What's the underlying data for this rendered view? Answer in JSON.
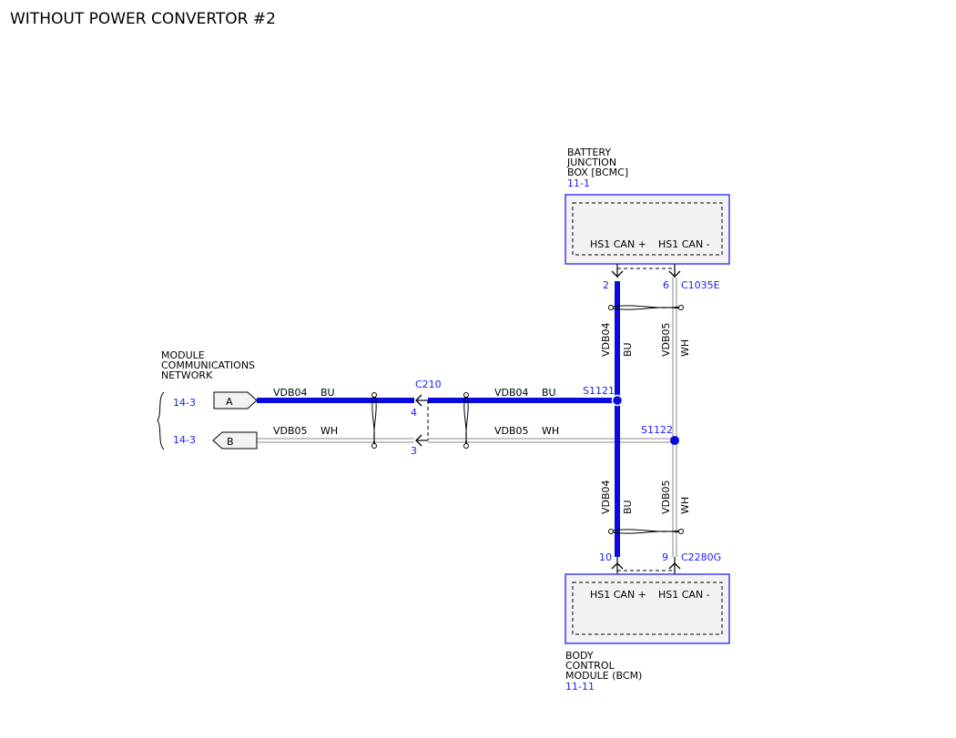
{
  "page_title": "WITHOUT POWER CONVERTOR #2",
  "colors": {
    "wire_blue": "#0a0ae0",
    "wire_white_outline": "#8a8a8a",
    "ref_blue": "#1a1aff",
    "box_border": "#3d3dff",
    "box_fill": "#f2f2f2"
  },
  "battery_junction_box": {
    "name_lines": [
      "BATTERY",
      "JUNCTION",
      "BOX [BCMC]"
    ],
    "ref": "11-1",
    "pin_plus": "HS1 CAN +",
    "pin_minus": "HS1 CAN -",
    "connector": "C1035E",
    "pin_num_plus": "2",
    "pin_num_minus": "6"
  },
  "body_control_module": {
    "name_lines": [
      "BODY",
      "CONTROL",
      "MODULE (BCM)"
    ],
    "ref": "11-11",
    "pin_plus": "HS1 CAN +",
    "pin_minus": "HS1 CAN -",
    "connector": "C2280G",
    "pin_num_plus": "10",
    "pin_num_minus": "9"
  },
  "module_network": {
    "name_lines": [
      "MODULE",
      "COMMUNICATIONS",
      "NETWORK"
    ],
    "ref_a": "14-3",
    "ref_b": "14-3",
    "connector_a": "A",
    "connector_b": "B"
  },
  "inline_connector": {
    "name": "C210",
    "pin_top": "4",
    "pin_bottom": "3"
  },
  "splices": {
    "s1121": "S1121",
    "s1122": "S1122"
  },
  "wires": {
    "vdb04": {
      "circuit": "VDB04",
      "color": "BU"
    },
    "vdb05": {
      "circuit": "VDB05",
      "color": "WH"
    }
  }
}
